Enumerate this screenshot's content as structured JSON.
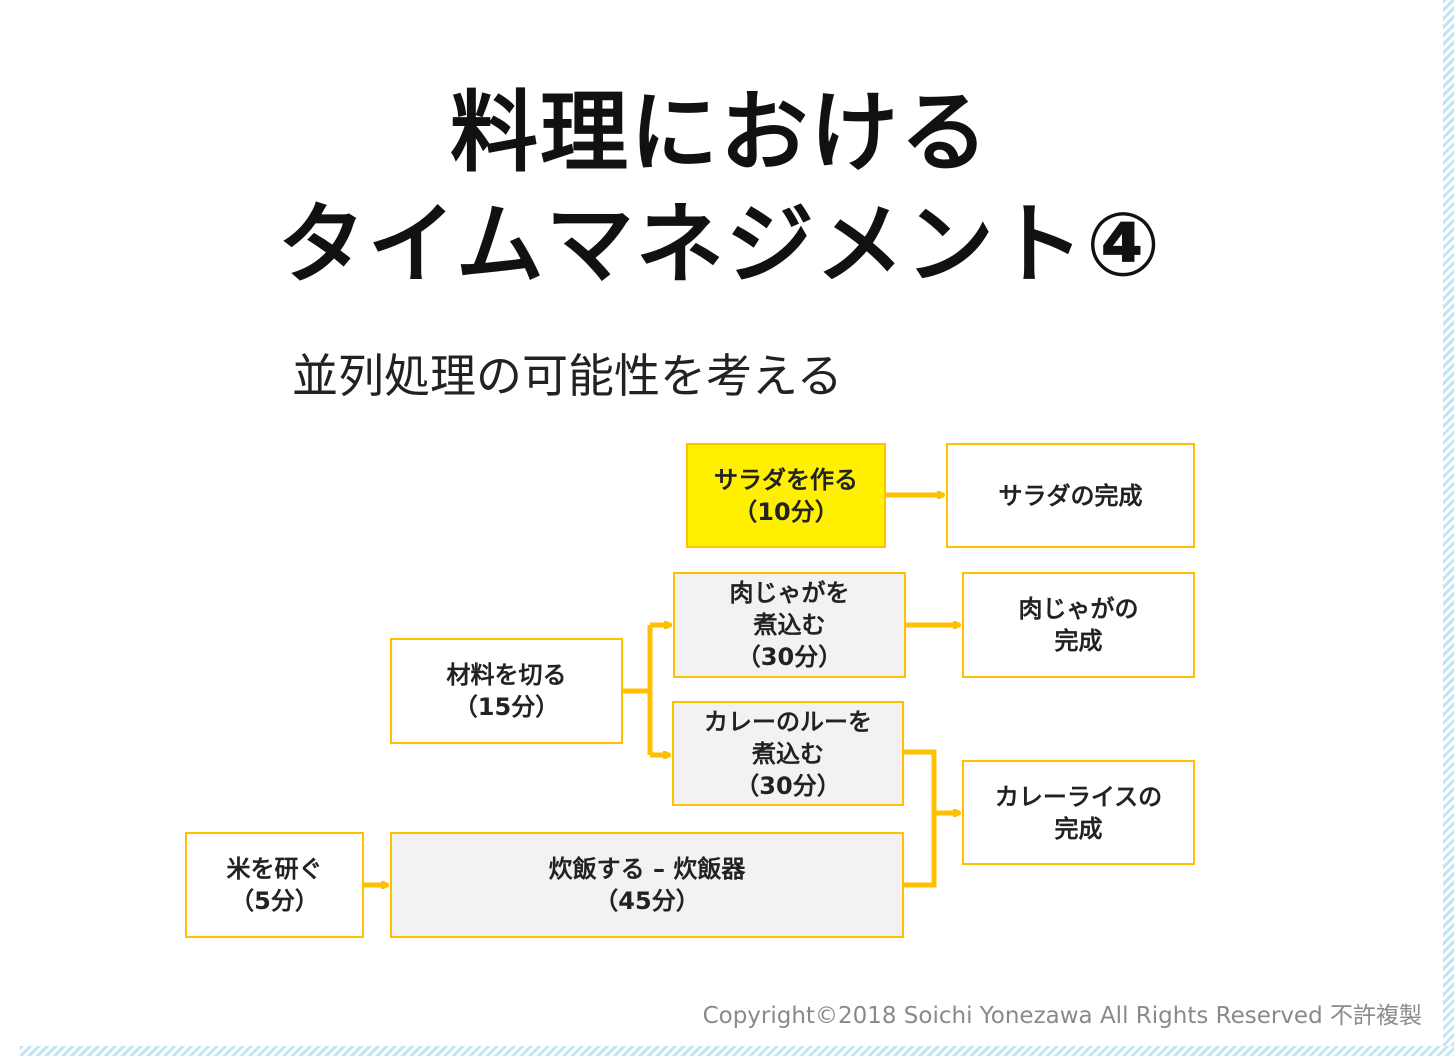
{
  "title": {
    "line1": "料理における",
    "line2": "タイムマネジメント④"
  },
  "subtitle": "並列処理の可能性を考える",
  "nodes": {
    "salad": "サラダを作る\n（10分）",
    "salad_done": "サラダの完成",
    "nikujaga": "肉じゃがを\n煮込む\n（30分）",
    "nikujaga_done": "肉じゃがの\n完成",
    "cut": "材料を切る\n（15分）",
    "roux": "カレーのルーを\n煮込む\n（30分）",
    "curry_done": "カレーライスの\n完成",
    "rice_wash": "米を研ぐ\n（5分）",
    "rice_cook": "炊飯する – 炊飯器\n（45分）"
  },
  "colors": {
    "border": "#ffc000",
    "highlight": "#fff000",
    "process": "#f2f2f2"
  },
  "copyright": "Copyright©2018 Soichi Yonezawa All Rights Reserved 不許複製"
}
